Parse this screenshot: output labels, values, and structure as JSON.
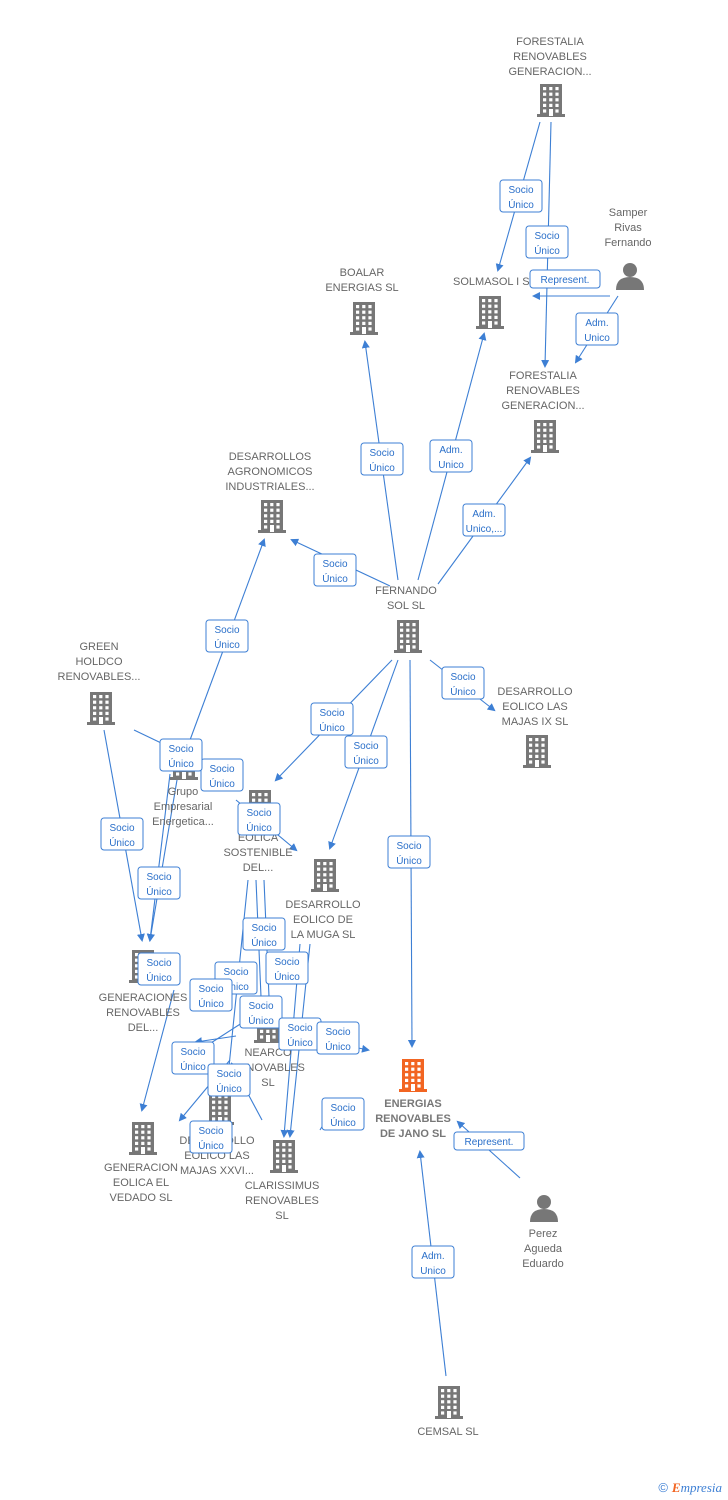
{
  "colors": {
    "edge": "#3d7fd4",
    "building": "#777777",
    "focus_building": "#f26522",
    "person": "#777777"
  },
  "nodes": [
    {
      "id": "forestalia1",
      "kind": "building",
      "lines": [
        "FORESTALIA",
        "RENOVABLES",
        "GENERACION..."
      ]
    },
    {
      "id": "samper",
      "kind": "person",
      "lines": [
        "Samper",
        "Rivas",
        "Fernando"
      ]
    },
    {
      "id": "boalar",
      "kind": "building",
      "lines": [
        "BOALAR",
        "ENERGIAS  SL"
      ]
    },
    {
      "id": "solmasol",
      "kind": "building",
      "lines": [
        "SOLMASOL I SA"
      ]
    },
    {
      "id": "forestalia2",
      "kind": "building",
      "lines": [
        "FORESTALIA",
        "RENOVABLES",
        "GENERACION..."
      ]
    },
    {
      "id": "desagro",
      "kind": "building",
      "lines": [
        "DESARROLLOS",
        "AGRONOMICOS",
        "INDUSTRIALES..."
      ]
    },
    {
      "id": "fernando",
      "kind": "building",
      "lines": [
        "FERNANDO",
        "SOL SL"
      ]
    },
    {
      "id": "green",
      "kind": "building",
      "lines": [
        "GREEN",
        "HOLDCO",
        "RENOVABLES..."
      ]
    },
    {
      "id": "majasix",
      "kind": "building",
      "lines": [
        "DESARROLLO",
        "EOLICO LAS",
        "MAJAS IX  SL"
      ]
    },
    {
      "id": "grupo",
      "kind": "building",
      "lines": [
        "Grupo",
        "Empresarial",
        "Energetica..."
      ]
    },
    {
      "id": "eolsost",
      "kind": "building",
      "lines": [
        "EOLICA",
        "SOSTENIBLE",
        "DEL..."
      ]
    },
    {
      "id": "muga",
      "kind": "building",
      "lines": [
        "DESARROLLO",
        "EOLICO DE",
        "LA MUGA SL"
      ]
    },
    {
      "id": "generaciones",
      "kind": "building",
      "lines": [
        "GENERACIONES",
        "RENOVABLES",
        "DEL..."
      ]
    },
    {
      "id": "nearco",
      "kind": "building",
      "lines": [
        "NEARCO",
        "RENOVABLES",
        "SL"
      ]
    },
    {
      "id": "energias",
      "kind": "focus",
      "lines": [
        "ENERGIAS",
        "RENOVABLES",
        "DE JANO  SL"
      ]
    },
    {
      "id": "vedado",
      "kind": "building",
      "lines": [
        "GENERACION",
        "EOLICA EL",
        "VEDADO SL"
      ]
    },
    {
      "id": "majasxxvi",
      "kind": "building",
      "lines": [
        "DESARROLLO",
        "EOLICO LAS",
        "MAJAS XXVI..."
      ]
    },
    {
      "id": "clarissimus",
      "kind": "building",
      "lines": [
        "CLARISSIMUS",
        "RENOVABLES",
        "SL"
      ]
    },
    {
      "id": "perez",
      "kind": "person",
      "lines": [
        "Perez",
        "Agueda",
        "Eduardo"
      ]
    },
    {
      "id": "cemsal",
      "kind": "building",
      "lines": [
        "CEMSAL SL"
      ]
    }
  ],
  "edge_labels": [
    [
      "Socio",
      "Único"
    ],
    [
      "Socio",
      "Único"
    ],
    [
      "Represent."
    ],
    [
      "Adm.",
      "Unico"
    ],
    [
      "Socio",
      "Único"
    ],
    [
      "Adm.",
      "Unico"
    ],
    [
      "Adm.",
      "Unico,..."
    ],
    [
      "Socio",
      "Único"
    ],
    [
      "Socio",
      "Único"
    ],
    [
      "Socio",
      "Único"
    ],
    [
      "Socio",
      "Único"
    ],
    [
      "Socio",
      "Único"
    ],
    [
      "Socio",
      "Único"
    ],
    [
      "Socio",
      "Único"
    ],
    [
      "Socio",
      "Único"
    ],
    [
      "Socio",
      "Único"
    ],
    [
      "Socio",
      "Único"
    ],
    [
      "Socio",
      "Único"
    ],
    [
      "Socio",
      "Único"
    ],
    [
      "Socio",
      "Único"
    ],
    [
      "Socio",
      "Único"
    ],
    [
      "Socio",
      "Único"
    ],
    [
      "Socio",
      "Único"
    ],
    [
      "Socio",
      "Único"
    ],
    [
      "Socio",
      "Único"
    ],
    [
      "Socio",
      "Único"
    ],
    [
      "Socio",
      "Único"
    ],
    [
      "Socio",
      "Único"
    ],
    [
      "Socio",
      "Único"
    ],
    [
      "Socio",
      "Único"
    ],
    [
      "Represent."
    ],
    [
      "Adm.",
      "Unico"
    ]
  ],
  "footer": {
    "copyright": "©",
    "brand_initial": "E",
    "brand_rest": "mpresia"
  }
}
